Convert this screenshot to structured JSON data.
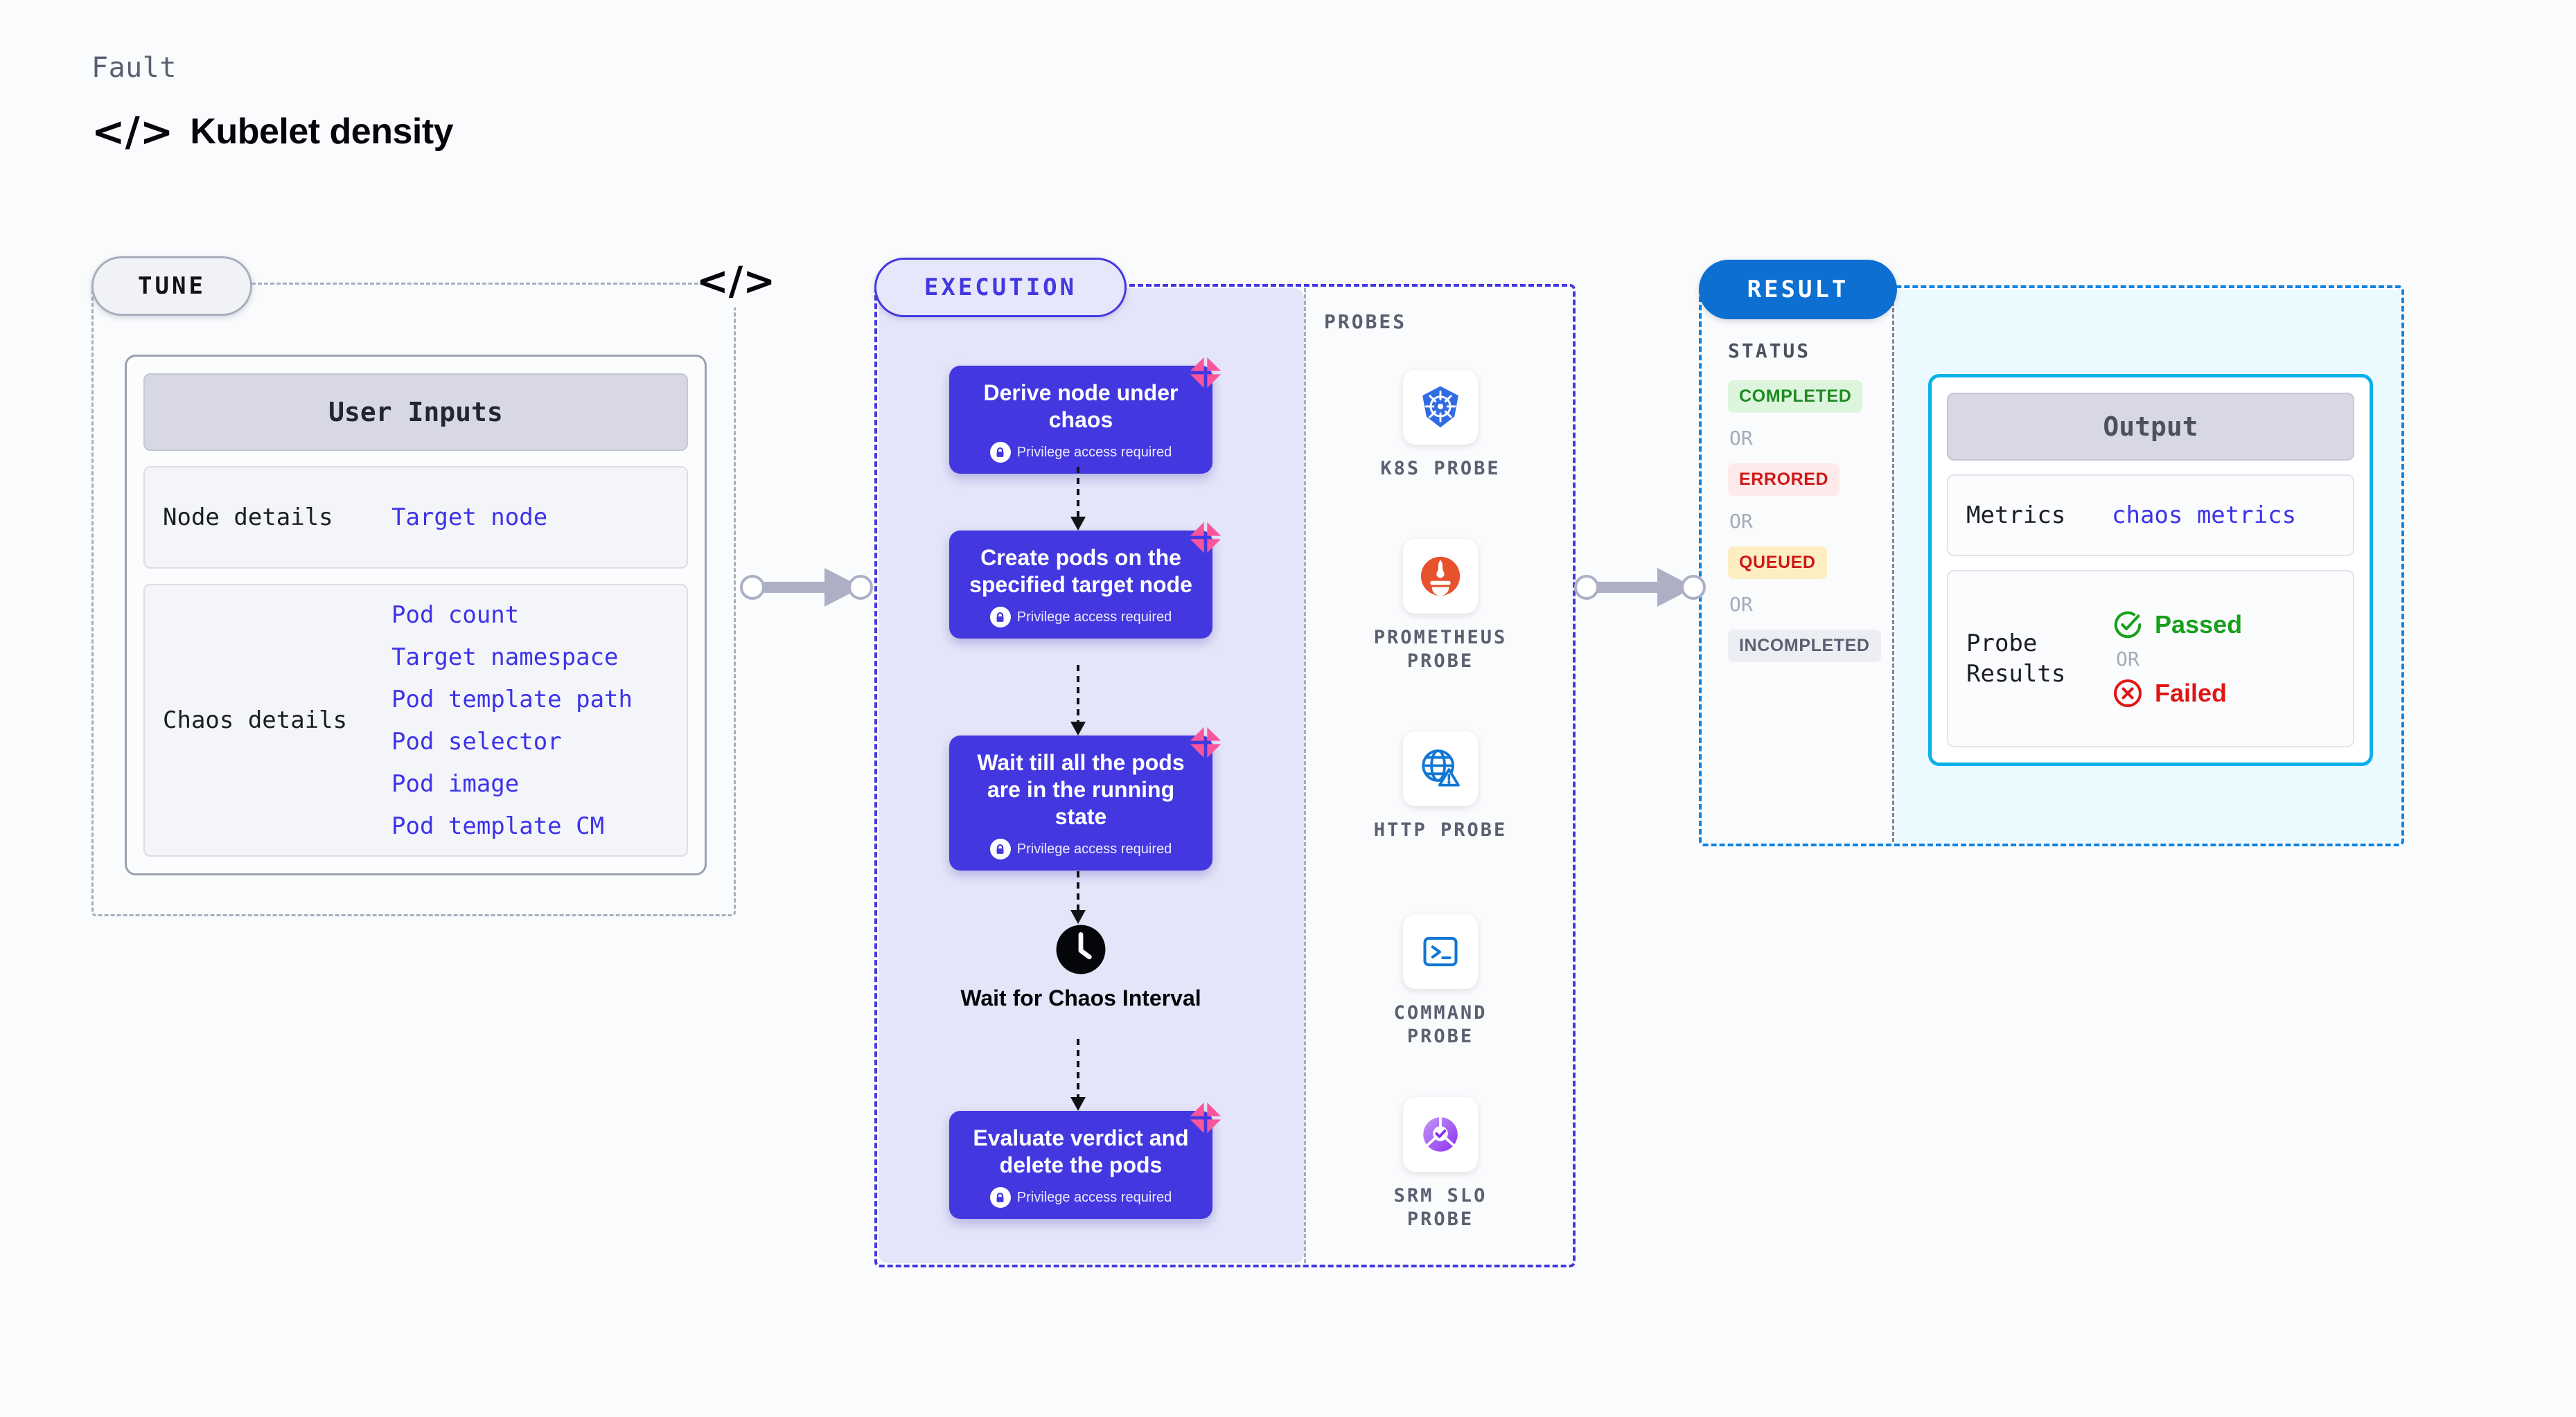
{
  "header": {
    "eyebrow": "Fault",
    "code_icon": "</>",
    "title": "Kubelet density"
  },
  "tune": {
    "pill_label": "TUNE",
    "code_icon": "</>",
    "card_title": "User Inputs",
    "rows": [
      {
        "label": "Node details",
        "values": [
          "Target node"
        ]
      },
      {
        "label": "Chaos details",
        "values": [
          "Pod count",
          "Target namespace",
          "Pod template path",
          "Pod selector",
          "Pod image",
          "Pod template CM"
        ]
      }
    ]
  },
  "execution": {
    "pill_label": "EXECUTION",
    "privilege_note": "Privilege access required",
    "steps": [
      {
        "title": "Derive node under chaos",
        "privileged": true
      },
      {
        "title": "Create pods on the specified target node",
        "privileged": true
      },
      {
        "title": "Wait till all the pods are in the running state",
        "privileged": true
      }
    ],
    "wait_node": {
      "icon": "clock-icon",
      "label": "Wait for Chaos Interval"
    },
    "final_step": {
      "title": "Evaluate verdict and delete the pods",
      "privileged": true
    },
    "probes_title": "PROBES",
    "probes": [
      {
        "name": "K8S PROBE",
        "icon": "kubernetes-icon"
      },
      {
        "name": "PROMETHEUS PROBE",
        "icon": "prometheus-icon"
      },
      {
        "name": "HTTP PROBE",
        "icon": "globe-warning-icon"
      },
      {
        "name": "COMMAND PROBE",
        "icon": "terminal-icon"
      },
      {
        "name": "SRM SLO PROBE",
        "icon": "srm-slo-icon"
      }
    ]
  },
  "result": {
    "pill_label": "RESULT",
    "status_title": "STATUS",
    "or_label": "OR",
    "statuses": [
      {
        "label": "COMPLETED",
        "color": "#1e8a22",
        "bg": "#ddf5dd"
      },
      {
        "label": "ERRORED",
        "color": "#cf1717",
        "bg": "#fdeaea"
      },
      {
        "label": "QUEUED",
        "color": "#cf1717",
        "bg": "#fdeec2"
      },
      {
        "label": "INCOMPLETED",
        "color": "#5b6071",
        "bg": "#eceef3"
      }
    ],
    "output": {
      "title": "Output",
      "metrics_label": "Metrics",
      "metrics_value": "chaos metrics",
      "probe_results_label": "Probe Results",
      "passed_label": "Passed",
      "failed_label": "Failed",
      "or_label": "OR"
    }
  },
  "colors": {
    "indigo": "#4338e0",
    "pink_ribbon": "#f9559a",
    "result_blue": "#0c6fd1",
    "output_cyan": "#09b0ea",
    "link_blue": "#3c33e8"
  }
}
